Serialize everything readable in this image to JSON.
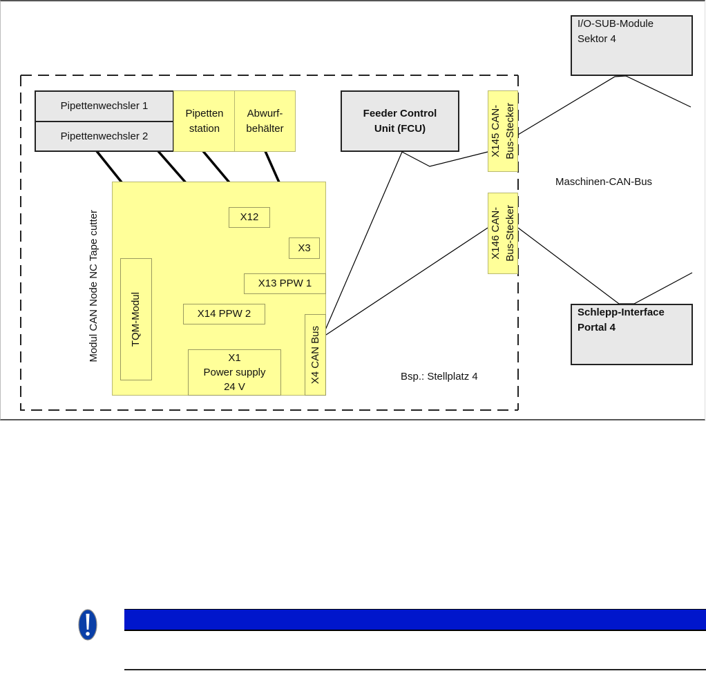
{
  "diagram": {
    "modules": {
      "pipettenwechsler_1": "Pipettenwechsler 1",
      "pipettenwechsler_2": "Pipettenwechsler 2",
      "pipetten_station_line1": "Pipetten",
      "pipetten_station_line2": "station",
      "abwurf_line1": "Abwurf-",
      "abwurf_line2": "behälter",
      "fcu_line1": "Feeder Control",
      "fcu_line2": "Unit (FCU)",
      "io_sub_line1": "I/O-SUB-Module",
      "io_sub_line2": "Sektor  4",
      "schlepp_line1": "Schlepp-Interface",
      "schlepp_line2": "Portal  4"
    },
    "connectors": {
      "x145_line1": "X145 CAN-",
      "x145_line2": "Bus-Stecker",
      "x146_line1": "X146 CAN-",
      "x146_line2": "Bus-Stecker"
    },
    "can_node": {
      "title": "Modul CAN Node NC Tape cutter",
      "x12": "X12",
      "x3": "X3",
      "x13": "X13 PPW 1",
      "x14": "X14 PPW 2",
      "tqm": "TQM-Modul",
      "x1_line1": "X1",
      "x1_line2": "Power supply",
      "x1_line3": "24 V",
      "x4": "X4 CAN Bus"
    },
    "labels": {
      "bus": "Maschinen-CAN-Bus",
      "stellplatz": "Bsp.: Stellplatz 4"
    }
  },
  "notice": {
    "icon": "exclamation-mandatory-icon",
    "bar_color": "#0016cc",
    "text": ""
  },
  "colors": {
    "module_grey": "#e8e8e8",
    "highlight_yellow": "#ffff99"
  }
}
